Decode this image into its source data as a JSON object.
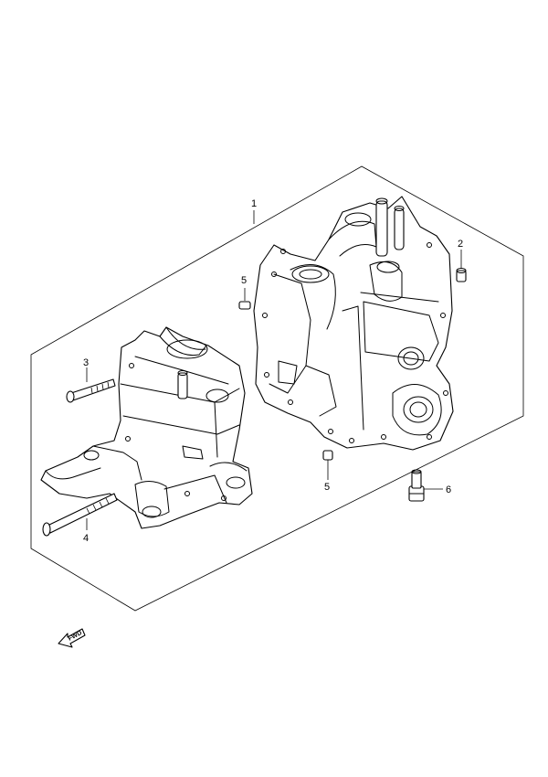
{
  "callouts": [
    {
      "id": "1",
      "label": "1"
    },
    {
      "id": "2",
      "label": "2"
    },
    {
      "id": "3",
      "label": "3"
    },
    {
      "id": "4",
      "label": "4"
    },
    {
      "id": "5a",
      "label": "5"
    },
    {
      "id": "5b",
      "label": "5"
    },
    {
      "id": "6",
      "label": "6"
    }
  ],
  "fwd_label": "FWD"
}
